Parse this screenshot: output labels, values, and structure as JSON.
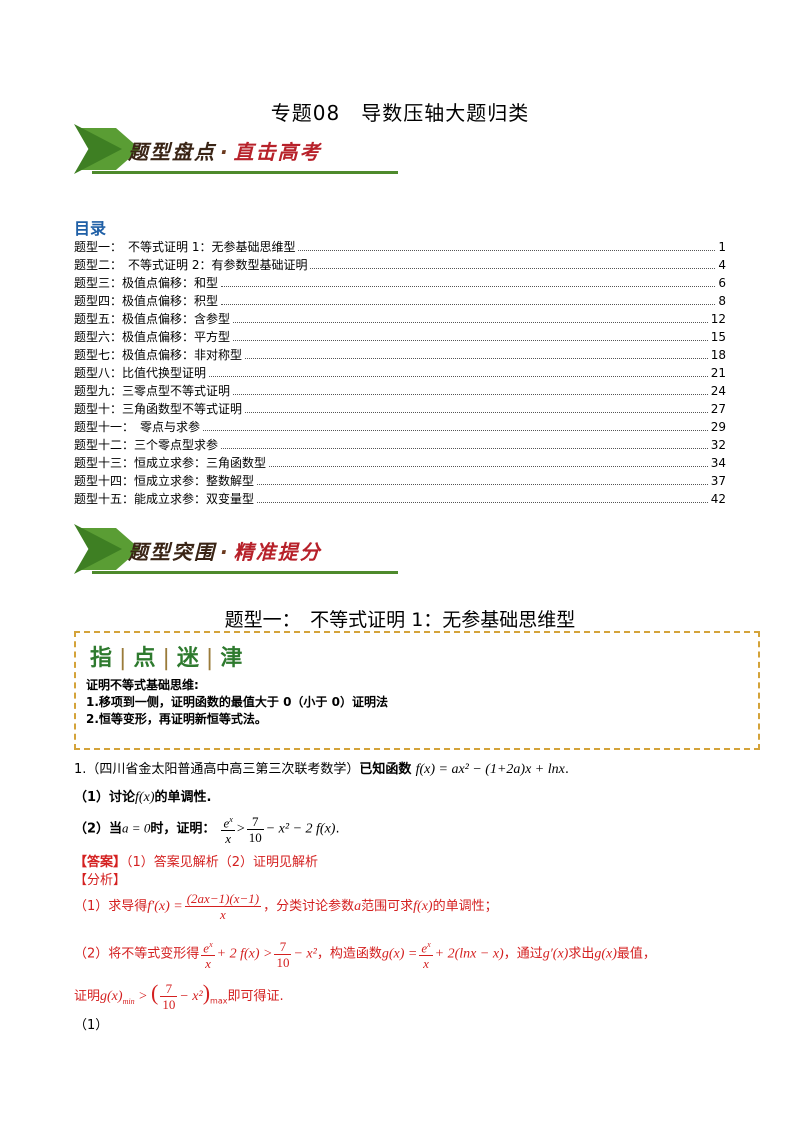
{
  "title": "专题08　导数压轴大题归类",
  "banner1": {
    "part1": "题型盘点",
    "dot": "·",
    "part2": "直击高考"
  },
  "banner2": {
    "part1": "题型突围",
    "dot": "·",
    "part2": "精准提分"
  },
  "toc": {
    "heading": "目录",
    "items": [
      {
        "label": "题型一：　不等式证明 1：无参基础思维型",
        "page": "1"
      },
      {
        "label": "题型二：　不等式证明 2：有参数型基础证明",
        "page": "4"
      },
      {
        "label": "题型三：极值点偏移：和型",
        "page": "6"
      },
      {
        "label": "题型四：极值点偏移：积型",
        "page": "8"
      },
      {
        "label": "题型五：极值点偏移：含参型",
        "page": "12"
      },
      {
        "label": "题型六：极值点偏移：平方型",
        "page": "15"
      },
      {
        "label": "题型七：极值点偏移：非对称型",
        "page": "18"
      },
      {
        "label": "题型八：比值代换型证明",
        "page": "21"
      },
      {
        "label": "题型九：三零点型不等式证明",
        "page": "24"
      },
      {
        "label": "题型十：三角函数型不等式证明",
        "page": "27"
      },
      {
        "label": "题型十一：　零点与求参",
        "page": "29"
      },
      {
        "label": "题型十二：三个零点型求参",
        "page": "32"
      },
      {
        "label": "题型十三：恒成立求参：三角函数型",
        "page": "34"
      },
      {
        "label": "题型十四：恒成立求参：整数解型",
        "page": "37"
      },
      {
        "label": "题型十五：能成立求参：双变量型",
        "page": "42"
      }
    ]
  },
  "section_title": "题型一：　不等式证明 1：无参基础思维型",
  "tips": {
    "chars": [
      "指",
      "点",
      "迷",
      "津"
    ],
    "lines": [
      "证明不等式基础思维:",
      "1.移项到一侧，证明函数的最值大于 0（小于 0）证明法",
      "2.恒等变形，再证明新恒等式法。"
    ]
  },
  "problem": {
    "source": "1.（四川省金太阳普通高中高三第三次联考数学）",
    "given": "已知函数",
    "func": "f(x) = ax² − (1+2a)x + lnx",
    "q1_prefix": "（1）讨论",
    "q1_func": "f(x)",
    "q1_suffix": "的单调性.",
    "q2_prefix": "（2）当",
    "q2_cond": "a = 0",
    "q2_mid": "时，证明：",
    "answer_tag": "【答案】",
    "answer_text": "（1）答案见解析（2）证明见解析",
    "analysis_tag": "【分析】",
    "a1_pre": "（1）求导得",
    "a1_mid": "，分类讨论参数",
    "a1_var": "a",
    "a1_mid2": "范围可求",
    "a1_func": "f(x)",
    "a1_end": "的单调性；",
    "a2_pre": "（2）将不等式变形得",
    "a2_mid": "，构造函数",
    "a2_mid2": "，通过",
    "a2_deriv": "g′(x)",
    "a2_mid3": "求出",
    "a2_g": "g(x)",
    "a2_end": "最值，",
    "a3_pre": "证明",
    "a3_end": "即可得证.",
    "last": "（1）"
  }
}
